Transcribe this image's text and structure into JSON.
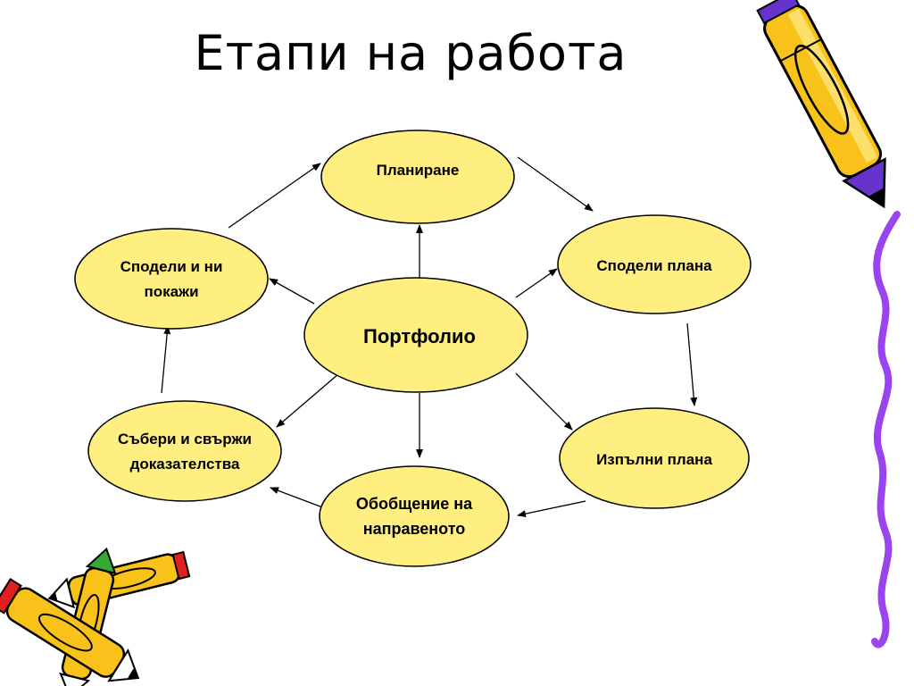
{
  "slide": {
    "title": "Етапи на работа"
  },
  "diagram": {
    "center": {
      "label": "Портфолио"
    },
    "nodes": {
      "plan": {
        "lines": [
          "Планиране"
        ]
      },
      "share_plan": {
        "lines": [
          "Сподели плана"
        ]
      },
      "execute": {
        "lines": [
          "Изпълни плана"
        ]
      },
      "summary": {
        "lines": [
          "Обобщение на",
          "направеното"
        ]
      },
      "collect": {
        "lines": [
          "Събери и свържи",
          "доказателства"
        ]
      },
      "share_show": {
        "lines": [
          "Сподели и ни",
          "покажи"
        ]
      }
    }
  },
  "decorations": {
    "top_right": "pencil-icon",
    "bottom_left": "crossed-pencils-icon",
    "right_edge": "wavy-line"
  },
  "colors": {
    "ellipse_fill": "#ffee80",
    "pencil_yellow": "#f8c21a",
    "pencil_purple": "#6633cc",
    "pencil_red": "#e02020",
    "pencil_green": "#33aa33",
    "wave": "#9944ee"
  }
}
